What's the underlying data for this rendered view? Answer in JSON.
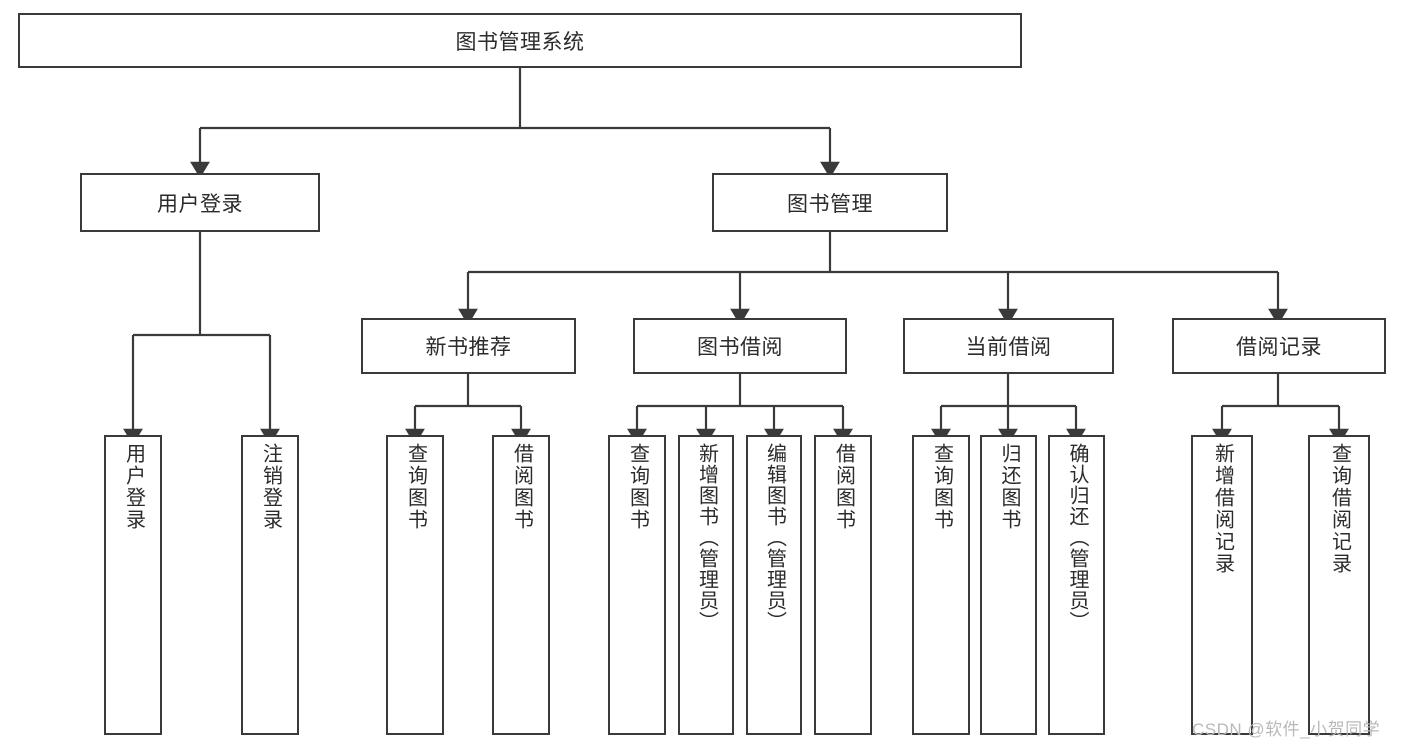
{
  "diagram": {
    "type": "tree-diagram",
    "title": "图书管理系统",
    "background_color": "#ffffff",
    "box_border_color": "#3a3a3a",
    "text_color": "#2b2b2b",
    "root": {
      "label": "图书管理系统",
      "children": [
        {
          "label": "用户登录",
          "children": [
            {
              "label": "用户登录"
            },
            {
              "label": "注销登录"
            }
          ]
        },
        {
          "label": "图书管理",
          "children": [
            {
              "label": "新书推荐",
              "children": [
                {
                  "label": "查询图书"
                },
                {
                  "label": "借阅图书"
                }
              ]
            },
            {
              "label": "图书借阅",
              "children": [
                {
                  "label": "查询图书"
                },
                {
                  "label": "新增图书（管理员）"
                },
                {
                  "label": "编辑图书（管理员）"
                },
                {
                  "label": "借阅图书"
                }
              ]
            },
            {
              "label": "当前借阅",
              "children": [
                {
                  "label": "查询图书"
                },
                {
                  "label": "归还图书"
                },
                {
                  "label": "确认归还（管理员）"
                }
              ]
            },
            {
              "label": "借阅记录",
              "children": [
                {
                  "label": "新增借阅记录"
                },
                {
                  "label": "查询借阅记录"
                }
              ]
            }
          ]
        }
      ]
    }
  },
  "watermark": {
    "text": "CSDN @软件_小贺同学",
    "color": "#b9b9b9"
  }
}
